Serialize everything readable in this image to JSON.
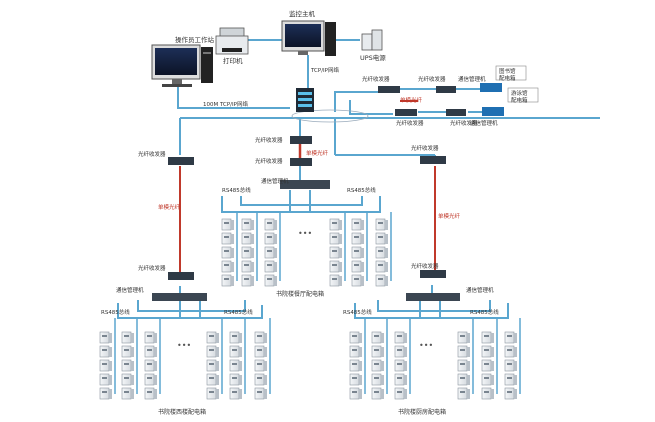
{
  "top": {
    "workstation": "操作员工作站",
    "host": "监控主机",
    "printer": "打印机",
    "ups": "UPS电源",
    "network": "100M TCP/IP网络",
    "tcpip": "TCP/IP网络"
  },
  "right": {
    "fiber_tx": "光纤收发器",
    "comm_mgr": "通信管理机",
    "single_fiber": "单模光纤",
    "box_a": "图书馆\n配电箱",
    "box_b": "游泳馆\n配电箱"
  },
  "center": {
    "fiber_tx": "光纤收发器",
    "single_fiber": "单模光纤",
    "comm_mgr": "通信管理机",
    "rs485": "RS485总线",
    "dots": "•••",
    "caption": "书院楼餐厅配电箱"
  },
  "left": {
    "fiber_tx": "光纤收发器",
    "single_fiber": "单模光纤",
    "comm_mgr": "通信管理机",
    "rs485": "RS485总线",
    "dots": "•••",
    "caption": "书院楼西楼配电箱"
  },
  "rightbranch": {
    "fiber_tx": "光纤收发器",
    "single_fiber": "单模光纤",
    "comm_mgr": "通信管理机",
    "rs485": "RS485总线",
    "dots": "•••",
    "caption": "书院楼厨房配电箱"
  },
  "colors": {
    "bus_blue": "#5aa6cf",
    "fiber_red": "#c0392b",
    "label_red": "#c0392b",
    "device_dark": "#2f3a46"
  }
}
